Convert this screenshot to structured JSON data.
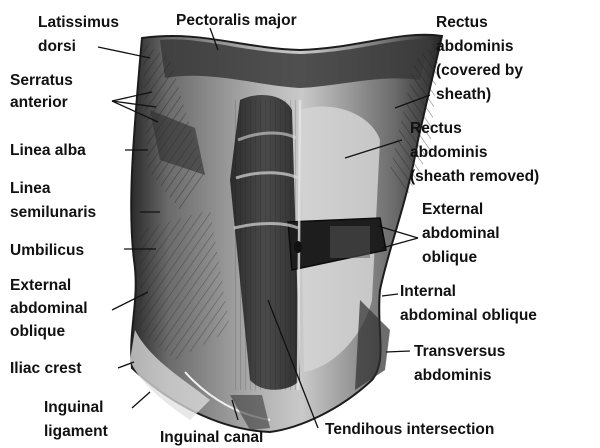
{
  "labels": {
    "latissimus_dorsi": [
      "Latissimus",
      "dorsi"
    ],
    "pectoralis_major": "Pectoralis major",
    "serratus_anterior": [
      "Serratus",
      "anterior"
    ],
    "linea_alba": "Linea alba",
    "linea_semilunaris": [
      "Linea",
      "semilunaris"
    ],
    "umbilicus": "Umbilicus",
    "external_oblique_left": [
      "External",
      "abdominal",
      "oblique"
    ],
    "iliac_crest": "Iliac crest",
    "inguinal_ligament": [
      "Inguinal",
      "ligament"
    ],
    "inguinal_canal": "Inguinal canal",
    "tendinous_intersection": "Tendihous intersection",
    "rectus_covered": [
      "Rectus",
      "abdominis",
      "(covered by",
      "sheath)"
    ],
    "rectus_removed": [
      "Rectus",
      "abdominis",
      "(sheath removed)"
    ],
    "external_oblique_right": [
      "External",
      "abdominal",
      "oblique"
    ],
    "internal_oblique": [
      "Internal",
      "abdominal oblique"
    ],
    "transversus": [
      "Transversus",
      "abdominis"
    ]
  },
  "colors": {
    "label_text": "#111111",
    "background": "#ffffff"
  }
}
